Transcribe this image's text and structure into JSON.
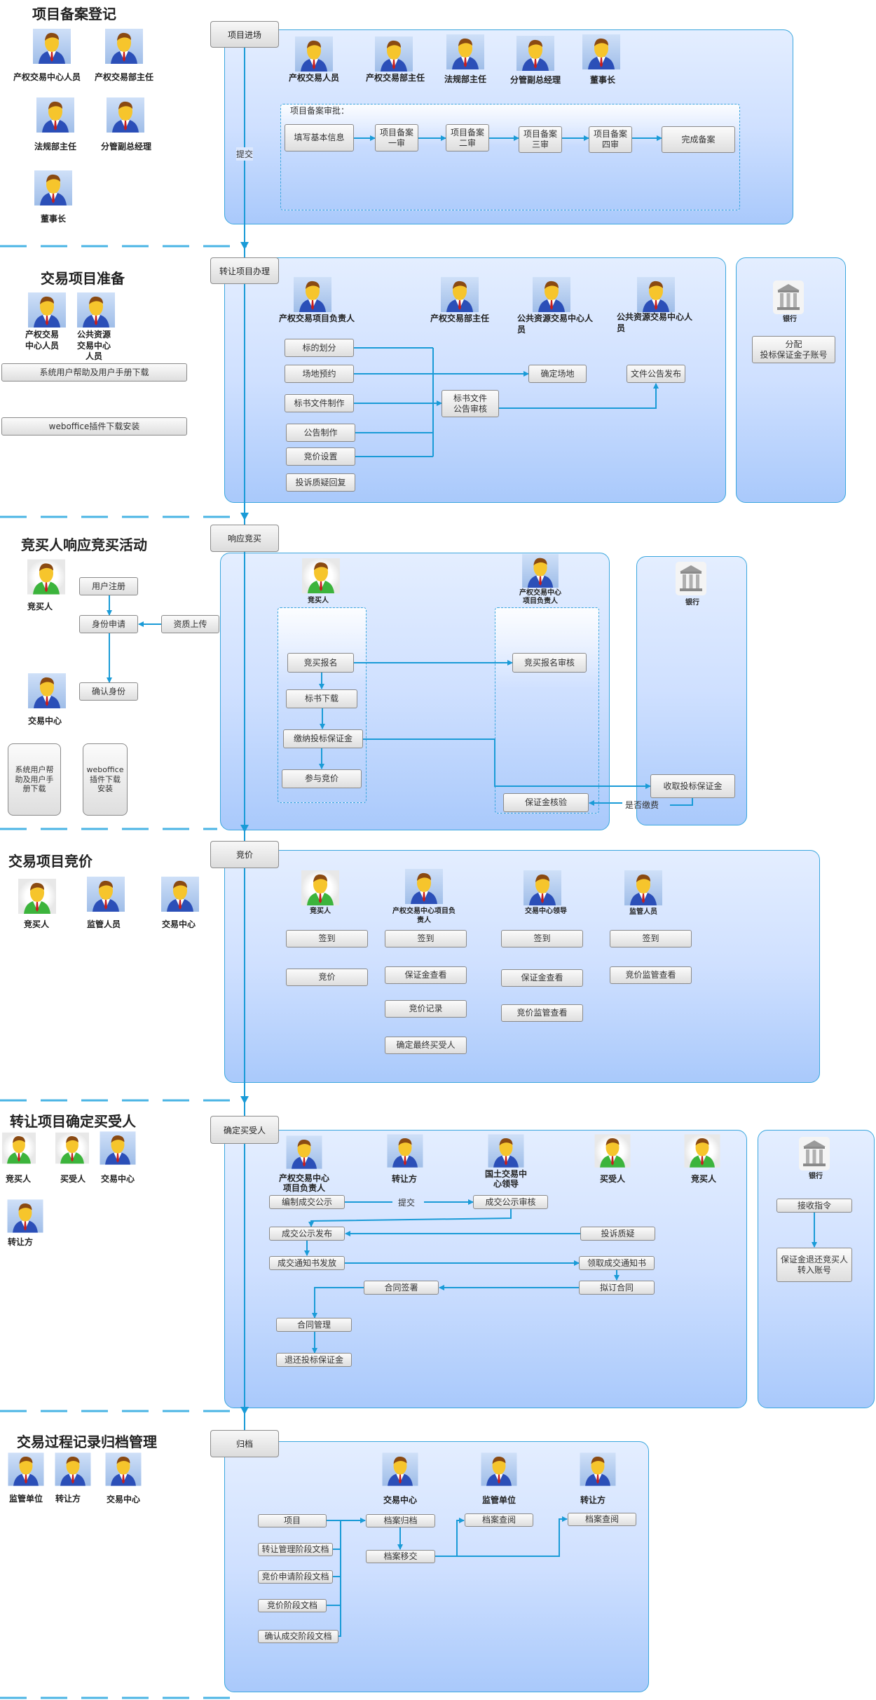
{
  "colors": {
    "accent": "#1a9bd7",
    "panel_border": "#3aa6de",
    "panel_top": "#e4eeff",
    "panel_bottom": "#a9c9fb"
  },
  "icons": {
    "person_blue": "person-blue-suit-icon",
    "person_green": "person-green-suit-icon",
    "bank": "bank-building-icon"
  },
  "s1": {
    "title": "项目备案登记",
    "stage": "项目进场",
    "submit": "提交",
    "left_roles": [
      "产权交易中心人员",
      "产权交易部主任",
      "法规部主任",
      "分管副总经理",
      "董事长"
    ],
    "roles": [
      "产权交易人员",
      "产权交易部主任",
      "法规部主任",
      "分管副总经理",
      "董事长"
    ],
    "approval_label": "项目备案审批：",
    "steps": [
      "填写基本信息",
      "项目备案\n一审",
      "项目备案\n二审",
      "项目备案\n三审",
      "项目备案\n四审",
      "完成备案"
    ]
  },
  "s2": {
    "title": "交易项目准备",
    "stage": "转让项目办理",
    "left_roles": [
      "产权交易\n中心人员",
      "公共资源\n交易中心\n人员"
    ],
    "help_btn": "系统用户帮助及用户手册下载",
    "weboffice_btn": "weboffice插件下载安装",
    "roles": [
      "产权交易项目负责人",
      "产权交易部主任",
      "公共资源交易中心人\n员",
      "公共资源交易中心人\n员"
    ],
    "tasks": [
      "标的划分",
      "场地预约",
      "标书文件制作",
      "公告制作",
      "竞价设置",
      "投诉质疑回复"
    ],
    "review": "标书文件\n公告审核",
    "venue": "确定场地",
    "publish": "文件公告发布",
    "bank": "银行",
    "bank_task": "分配\n投标保证金子账号"
  },
  "s3": {
    "title": "竞买人响应竞买活动",
    "stage": "响应竞买",
    "left_roles": [
      "竞买人",
      "交易中心"
    ],
    "left_tasks": [
      "用户注册",
      "身份申请",
      "资质上传",
      "确认身份"
    ],
    "help_btn": "系统用户帮\n助及用户手\n册下载",
    "weboffice_btn": "weboffice\n插件下载\n安装",
    "roles": [
      "竞买人",
      "产权交易中心\n项目负责人"
    ],
    "bidder_tasks": [
      "竞买报名",
      "标书下载",
      "缴纳投标保证金",
      "参与竞价"
    ],
    "review": "竞买报名审核",
    "verify": "保证金核验",
    "bank": "银行",
    "bank_task": "收取投标保证金",
    "paid": "是否缴费"
  },
  "s4": {
    "title": "交易项目竞价",
    "stage": "竞价",
    "left_roles": [
      "竞买人",
      "监管人员",
      "交易中心"
    ],
    "columns": [
      {
        "role": "竞买人",
        "tasks": [
          "签到",
          "竞价"
        ]
      },
      {
        "role": "产权交易中心项目负\n责人",
        "tasks": [
          "签到",
          "保证金查看",
          "竞价记录",
          "确定最终买受人"
        ]
      },
      {
        "role": "交易中心领导",
        "tasks": [
          "签到",
          "保证金查看",
          "竞价监管查看"
        ]
      },
      {
        "role": "监管人员",
        "tasks": [
          "签到",
          "竞价监管查看"
        ]
      }
    ]
  },
  "s5": {
    "title": "转让项目确定买受人",
    "stage": "确定买受人",
    "left_roles": [
      "竞买人",
      "买受人",
      "交易中心",
      "转让方"
    ],
    "roles": [
      "产权交易中心\n项目负责人",
      "转让方",
      "国土交易中\n心领导",
      "买受人",
      "竞买人"
    ],
    "tasks": {
      "compile": "编制成交公示",
      "submit": "提交",
      "review": "成交公示审核",
      "publish": "成交公示发布",
      "complaint": "投诉质疑",
      "notice": "成交通知书发放",
      "receive": "领取成交通知书",
      "sign": "合同签署",
      "draft": "拟订合同",
      "manage": "合同管理",
      "refund": "退还投标保证金"
    },
    "bank": "银行",
    "bank_tasks": [
      "接收指令",
      "保证金退还竞买人\n转入账号"
    ]
  },
  "s6": {
    "title": "交易过程记录归档管理",
    "stage": "归档",
    "left_roles": [
      "监管单位",
      "转让方",
      "交易中心"
    ],
    "roles": [
      "交易中心",
      "监管单位",
      "转让方"
    ],
    "docs": [
      "项目",
      "转让管理阶段文档",
      "竞价申请阶段文档",
      "竞价阶段文档",
      "确认成交阶段文档"
    ],
    "archive": "档案归档",
    "transfer": "档案移交",
    "query": [
      "档案查阅",
      "档案查阅"
    ]
  }
}
